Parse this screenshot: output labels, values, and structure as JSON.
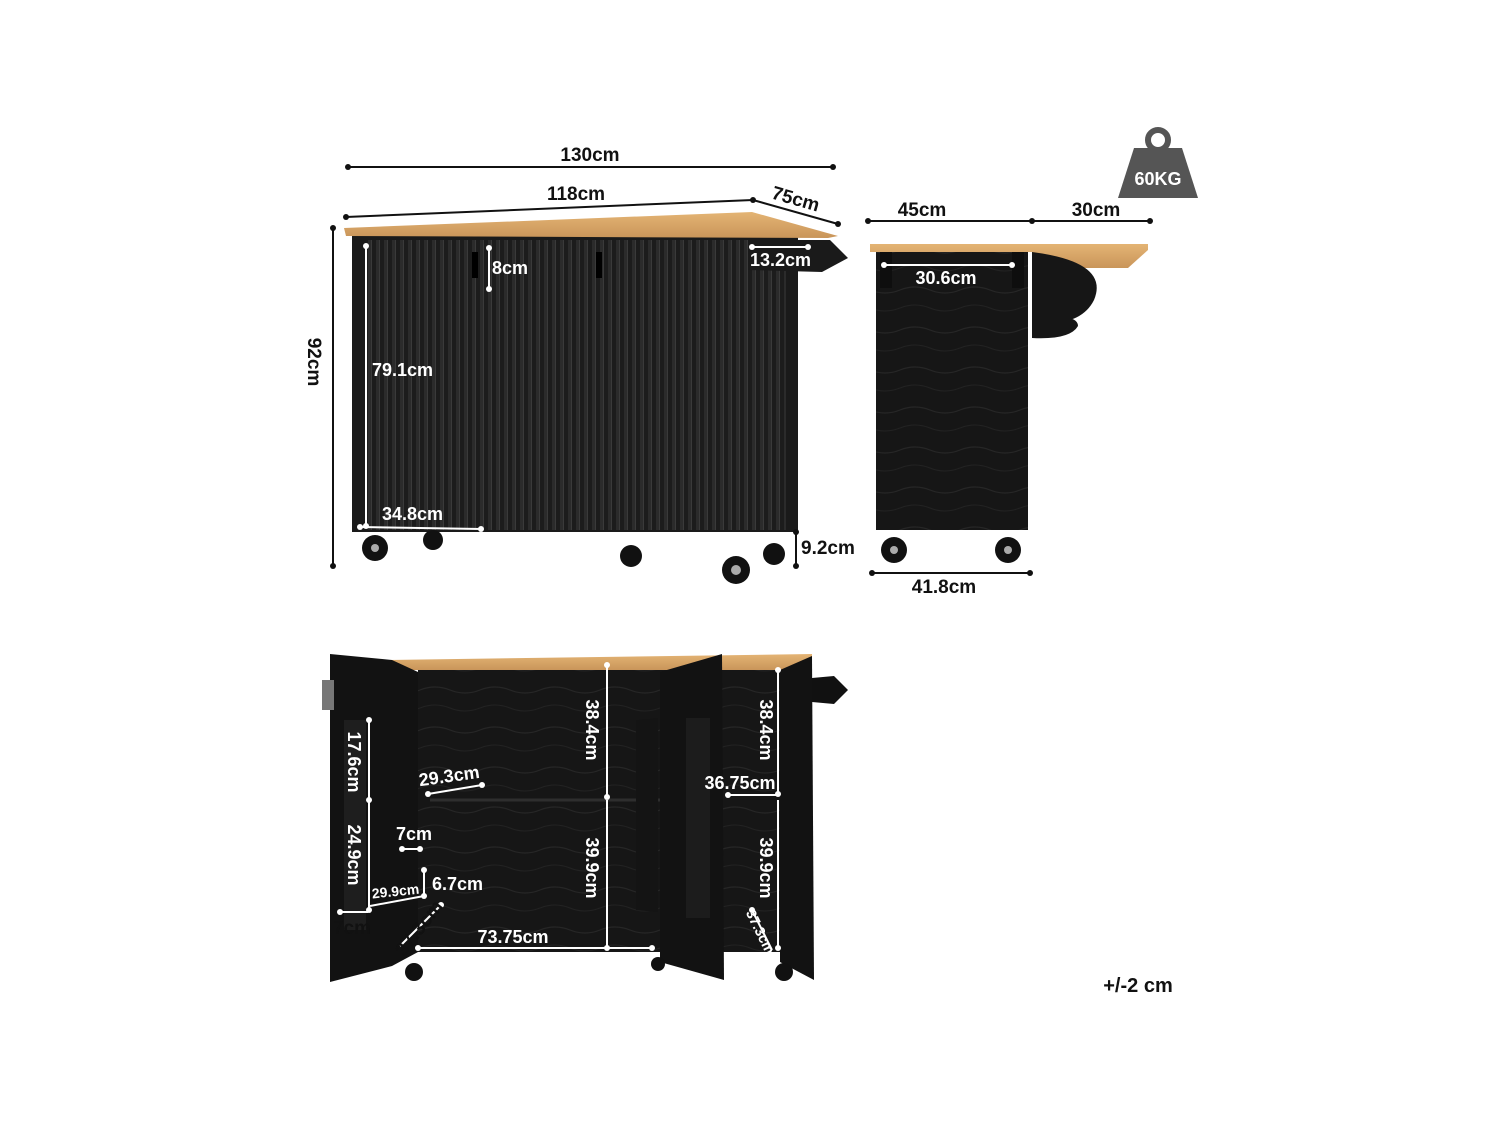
{
  "weight_badge": {
    "label": "60KG",
    "icon": "weight-icon"
  },
  "front_view": {
    "overall_width": "130cm",
    "top_width": "118cm",
    "depth": "75cm",
    "height": "92cm",
    "handle_length": "8cm",
    "towel_bar": "13.2cm",
    "cabinet_height": "79.1cm",
    "door_width": "34.8cm",
    "caster_height": "9.2cm"
  },
  "side_view": {
    "base_depth": "45cm",
    "drop_leaf": "30cm",
    "towel_rack": "30.6cm",
    "bottom_depth": "41.8cm"
  },
  "open_view": {
    "left_interior_height": "38.4cm",
    "right_interior_height": "38.4cm",
    "left_lower_height": "39.9cm",
    "right_lower_height": "39.9cm",
    "interior_width": "73.75cm",
    "right_shelf_width": "36.75cm",
    "door_shelf_upper": "17.6cm",
    "door_shelf_lower": "24.9cm",
    "door_rack_width": "29.3cm",
    "rack_depth_a": "7cm",
    "rack_depth_b": "7cm",
    "rack_width_small": "29.9cm",
    "rack_height_small": "6.7cm",
    "left_door_width": "37.3cm",
    "right_door_width": "37.3cm"
  },
  "tolerance": "+/-2 cm",
  "colors": {
    "wood": "#d9a766",
    "cabinet": "#1d1d1d",
    "dim_line": "#111111"
  }
}
